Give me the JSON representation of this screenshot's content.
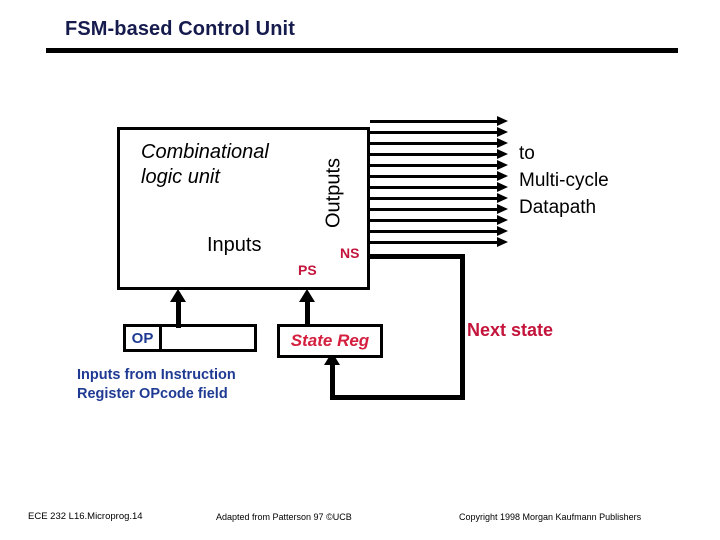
{
  "slide": {
    "title": "FSM-based Control Unit",
    "title_color": "#161b4d",
    "accent_red": "#c4143c",
    "accent_blue": "#1f3a93"
  },
  "diagram": {
    "combinational_logic": {
      "label": "Combinational\nlogic unit",
      "inputs_label": "Inputs",
      "outputs_label": "Outputs",
      "present_state_label": "PS",
      "next_state_label": "NS",
      "output_arrow_count": 12
    },
    "state_register": {
      "label": "State Reg"
    },
    "instruction_register": {
      "op_label": "OP",
      "caption": "Inputs from Instruction\nRegister OPcode field"
    },
    "annotations": {
      "to_datapath": "to\nMulti-cycle\nDatapath",
      "next_state": "Next state"
    }
  },
  "footer": {
    "left": "ECE 232  L16.Microprog.14",
    "center": "Adapted from Patterson 97 ©UCB",
    "right": "Copyright 1998 Morgan Kaufmann Publishers"
  }
}
